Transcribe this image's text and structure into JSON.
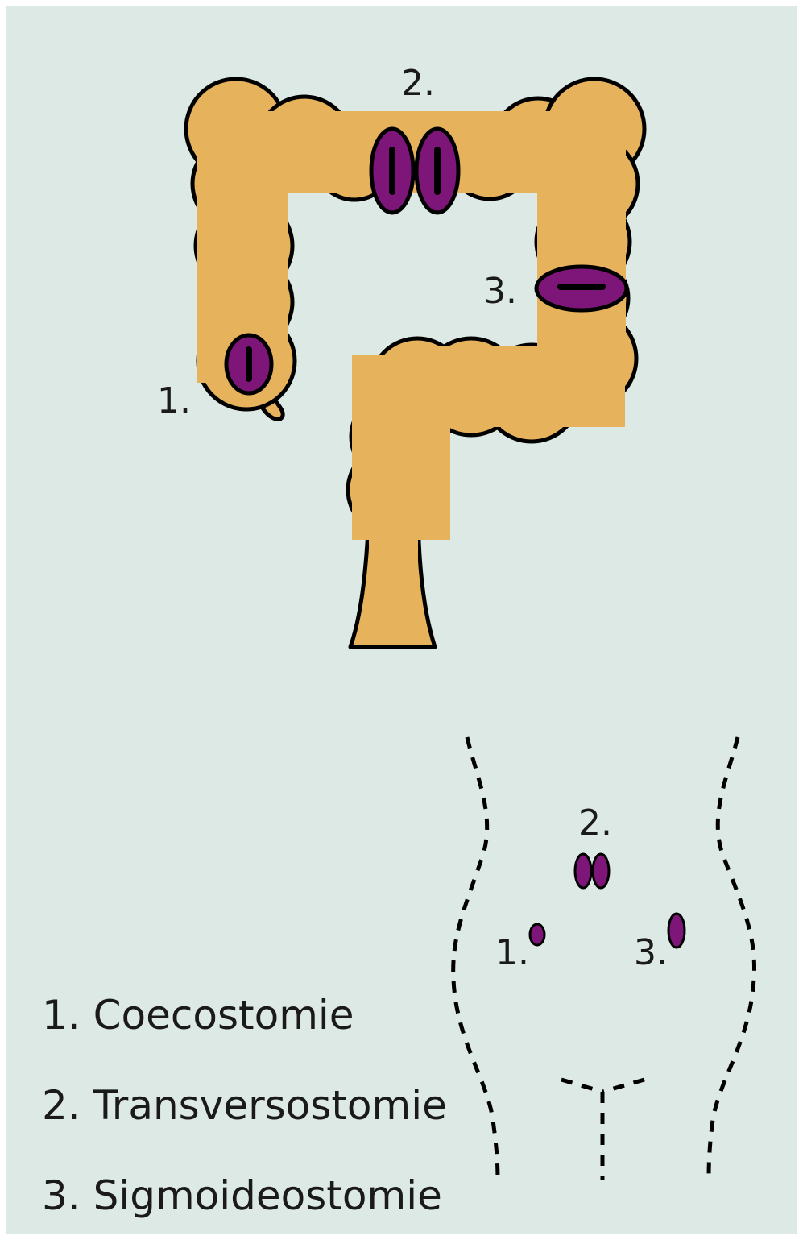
{
  "colors": {
    "background": "#dde9e5",
    "colon_fill": "#e6b25c",
    "stoma_fill": "#7d1678",
    "outline": "#000000"
  },
  "colon_labels": {
    "coecostomie": "1.",
    "transversostomie": "2.",
    "sigmoideostomie": "3."
  },
  "abdomen_labels": {
    "coecostomie": "1.",
    "transversostomie": "2.",
    "sigmoideostomie": "3."
  },
  "legend": [
    {
      "text": "1. Coecostomie"
    },
    {
      "text": "2. Transversostomie"
    },
    {
      "text": "3. Sigmoideostomie"
    }
  ],
  "icons": [
    "colon-diagram",
    "stoma-icon",
    "abdomen-outline"
  ]
}
